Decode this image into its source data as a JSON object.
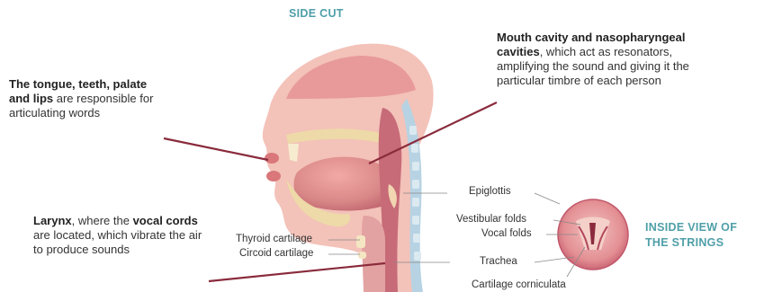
{
  "headings": {
    "side_cut": "SIDE CUT",
    "inside_view_line1": "INSIDE VIEW OF",
    "inside_view_line2": "THE STRINGS"
  },
  "callouts": {
    "tongue": {
      "bold": "The tongue, teeth, palate and lips",
      "text": " are responsible for articulating words"
    },
    "mouth": {
      "bold": "Mouth cavity and nasopharyngeal cavities",
      "text": ", which act as resonators, amplifying the sound and giving it the particular timbre of each person"
    },
    "larynx": {
      "bold1": "Larynx",
      "text1": ", where the ",
      "bold2": "vocal cords",
      "text2": " are located, which vibrate the air to produce sounds"
    }
  },
  "labels": {
    "epiglottis": "Epiglottis",
    "vestibular_folds": "Vestibular folds",
    "vocal_folds": "Vocal folds",
    "trachea": "Trachea",
    "cartilage_corniculata": "Cartilage corniculata",
    "thyroid_cartilage": "Thyroid cartilage",
    "circoid_cartilage": "Circoid cartilage"
  },
  "colors": {
    "heading": "#4f9fa8",
    "pointer": "#8a2b3c",
    "tissue": "#d98888",
    "tissue_dark": "#b84c5c",
    "bone": "#eed9a8",
    "spine": "#b7d3e3"
  }
}
